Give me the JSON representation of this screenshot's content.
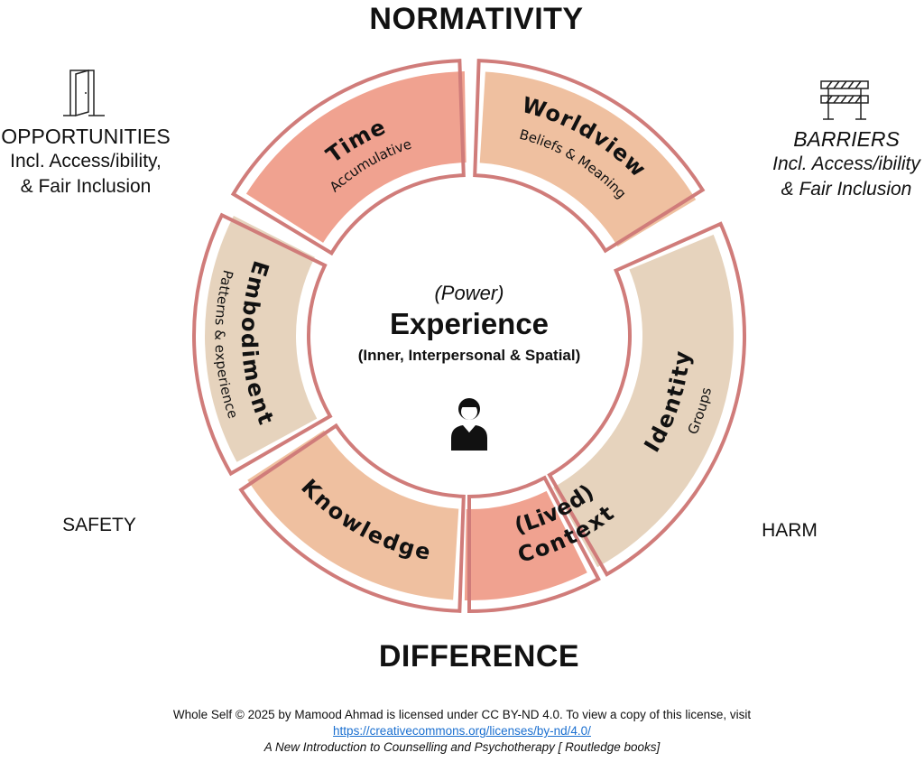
{
  "top_label": "NORMATIVITY",
  "bottom_label": "DIFFERENCE",
  "opportunities": {
    "title": "OPPORTUNITIES",
    "line1": "Incl. Access/ibility,",
    "line2": "&  Fair Inclusion",
    "icon": "door-icon"
  },
  "barriers": {
    "title": "BARRIERS",
    "line1": "Incl. Access/ibility",
    "line2": "& Fair Inclusion",
    "icon": "road-barrier-icon"
  },
  "safety": "SAFETY",
  "harm": "HARM",
  "center": {
    "power": "(Power)",
    "title": "Experience",
    "subtitle": "(Inner, Interpersonal & Spatial)",
    "icon": "person-icon"
  },
  "segments": [
    {
      "id": "time",
      "title": "Time",
      "subtitle": "Accumulative",
      "color": "#f0a290"
    },
    {
      "id": "worldview",
      "title": "Worldview",
      "subtitle": "Beliefs & Meaning",
      "color": "#efc0a0"
    },
    {
      "id": "identity",
      "title": "Identity",
      "subtitle": "Groups",
      "color": "#e6d3bd"
    },
    {
      "id": "context",
      "title": "Context",
      "subtitle": "(Lived)",
      "color": "#f0a290"
    },
    {
      "id": "knowledge",
      "title": "Knowledge",
      "subtitle": "",
      "color": "#efc0a0"
    },
    {
      "id": "embodiment",
      "title": "Embodiment",
      "subtitle": "Patterns & experience",
      "color": "#e6d3bd"
    }
  ],
  "outline_color": "#d07c7a",
  "footer": {
    "line1": "Whole Self © 2025 by Mamood Ahmad is licensed under CC BY-ND 4.0. To view a copy of this license, visit",
    "link": "https://creativecommons.org/licenses/by-nd/4.0/",
    "line3": "A New Introduction to Counselling and Psychotherapy [ Routledge books]"
  }
}
